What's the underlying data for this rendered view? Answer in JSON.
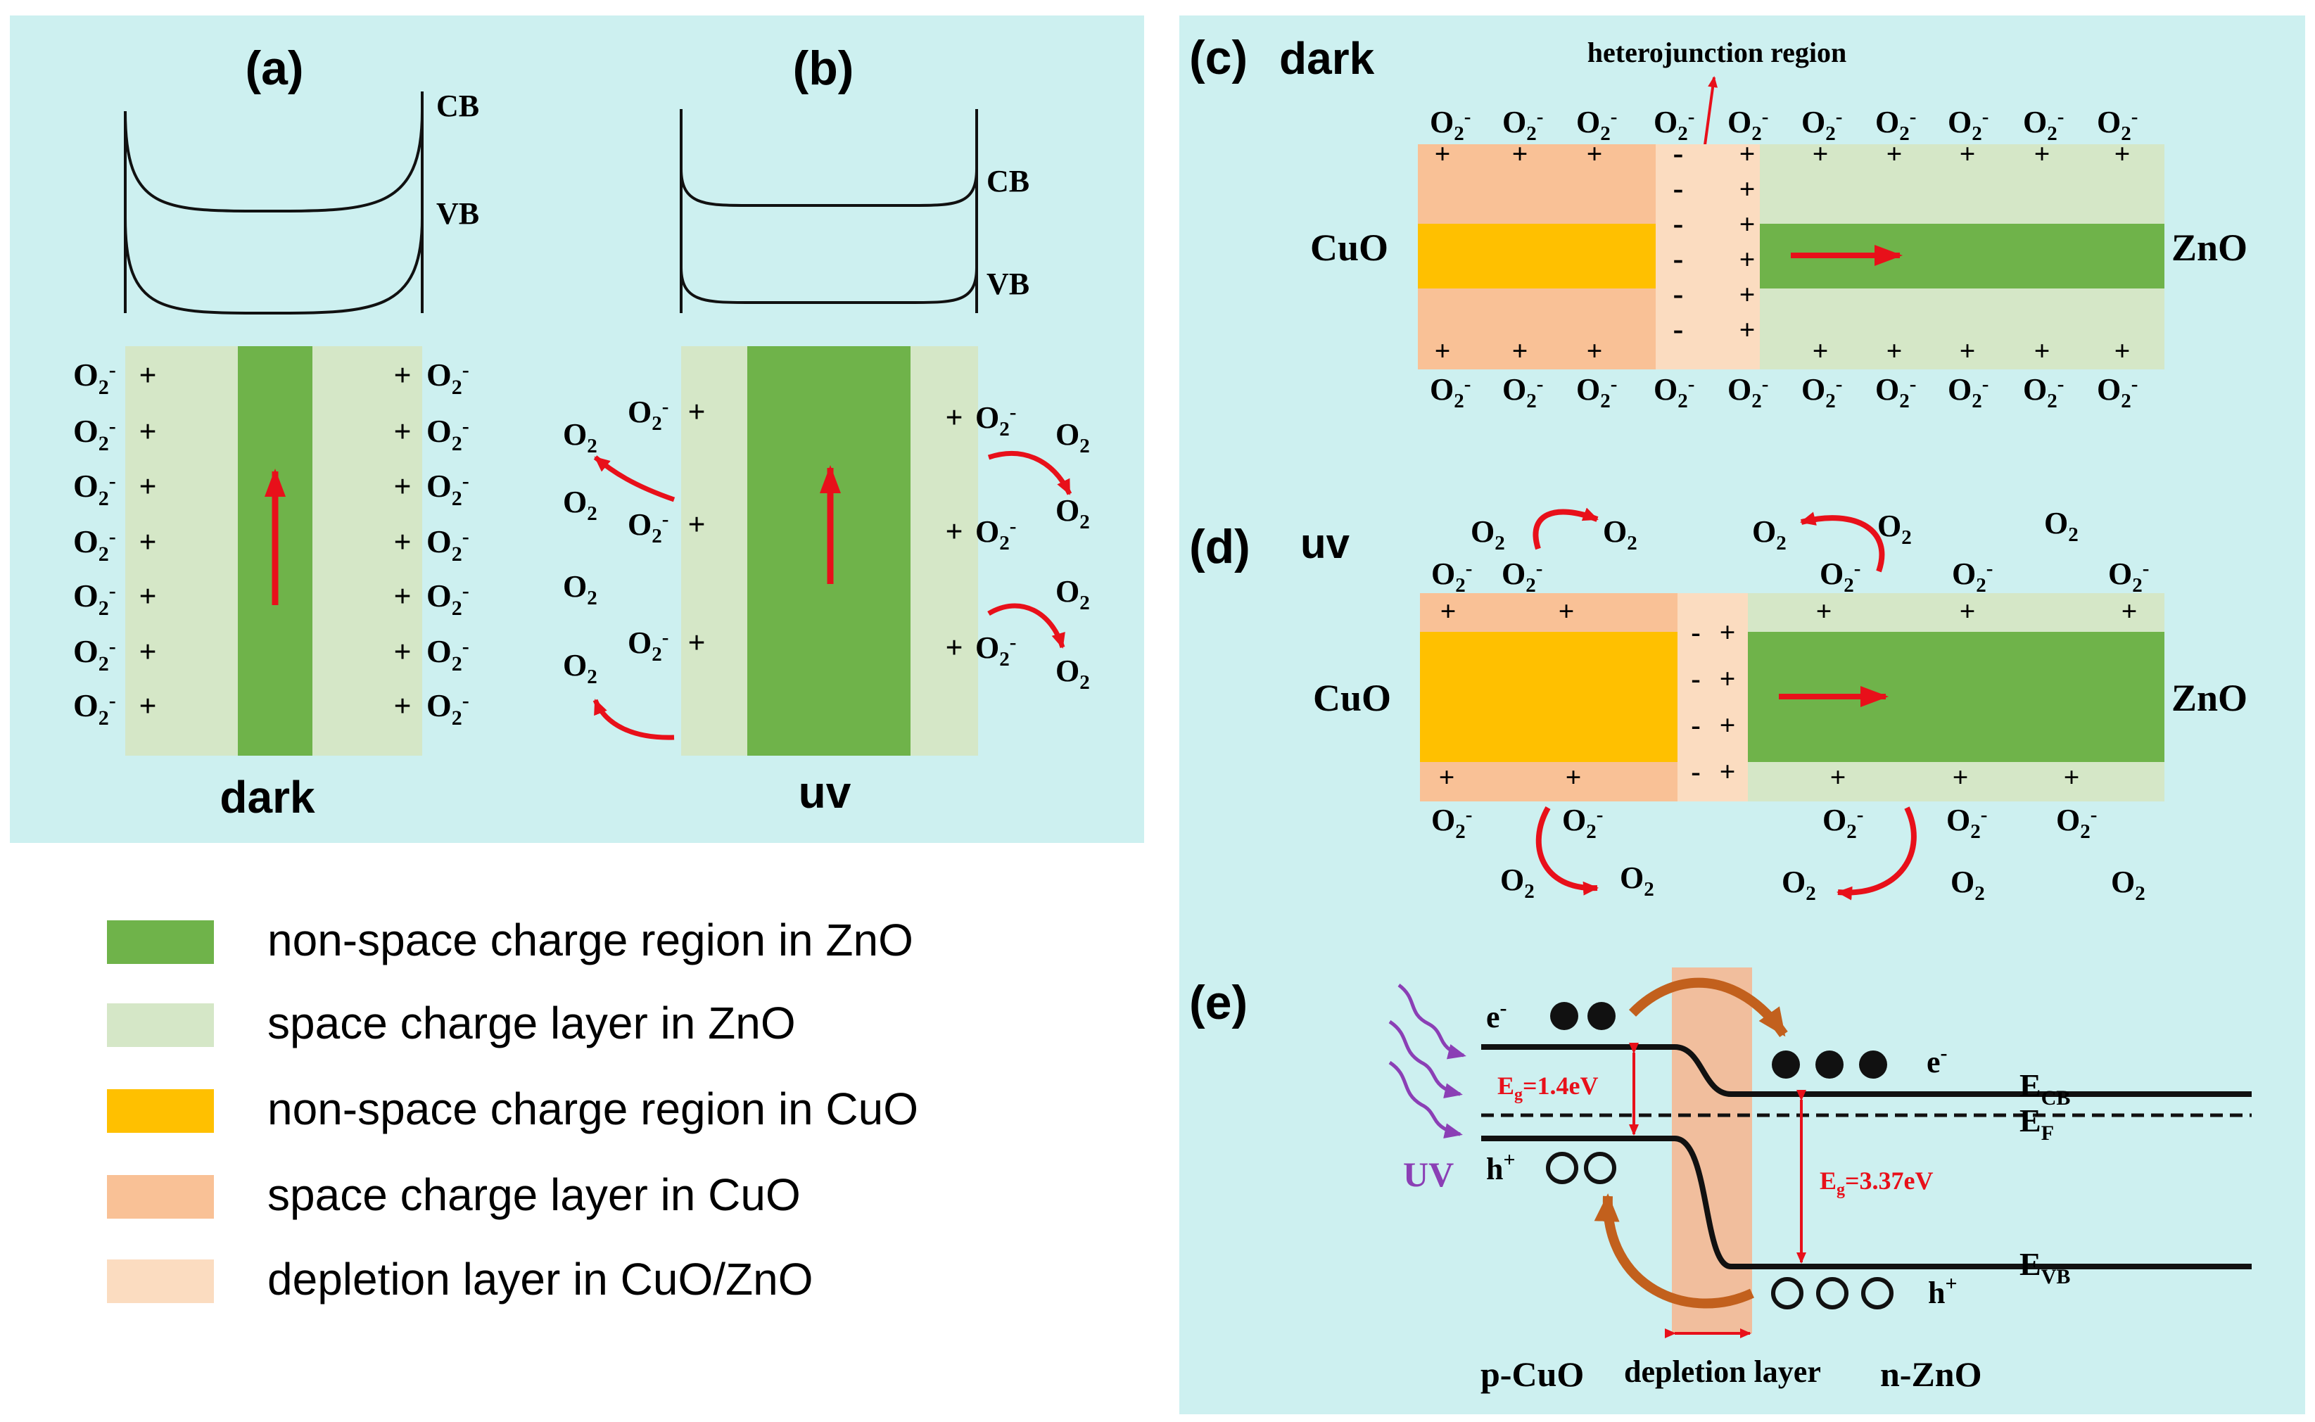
{
  "panels": {
    "a": {
      "tag": "(a)",
      "caption": "dark",
      "cb": "CB",
      "vb": "VB"
    },
    "b": {
      "tag": "(b)",
      "caption": "uv",
      "cb": "CB",
      "vb": "VB"
    },
    "c": {
      "tag": "(c)",
      "title": "dark",
      "heterojunction": "heterojunction region",
      "left": "CuO",
      "right": "ZnO"
    },
    "d": {
      "tag": "(d)",
      "title": "uv",
      "left": "CuO",
      "right": "ZnO"
    },
    "e": {
      "tag": "(e)",
      "uv": "UV",
      "electron": "e",
      "hole": "h",
      "eg_left": "E",
      "eg_left_sub": "g",
      "eg_left_val": "=1.4eV",
      "eg_right": "E",
      "eg_right_sub": "g",
      "eg_right_val": "=3.37eV",
      "ecb": "E",
      "ecb_sub": "CB",
      "ef": "E",
      "ef_sub": "F",
      "evb": "E",
      "evb_sub": "VB",
      "pcuo": "p-CuO",
      "depletion": "depletion layer",
      "nzno": "n-ZnO"
    }
  },
  "species": {
    "o2": "O",
    "sub2": "2",
    "minus": "-",
    "plus": "+"
  },
  "legend": [
    {
      "label": "non-space charge region in ZnO",
      "color": "#6fb34a"
    },
    {
      "label": "space charge layer in ZnO",
      "color": "#d5e7c7"
    },
    {
      "label": "non-space charge region in CuO",
      "color": "#ffc000"
    },
    {
      "label": "space charge layer in CuO",
      "color": "#f9c196"
    },
    {
      "label": "depletion layer in CuO/ZnO",
      "color": "#fbdcc0"
    }
  ],
  "colors": {
    "panel_bg": "#cdf0f0",
    "zno_core": "#6fb34a",
    "zno_space": "#d5e7c7",
    "cuo_core": "#ffc000",
    "cuo_space": "#f9c196",
    "depletion": "#fbdcc0",
    "arrow_red": "#e8101a",
    "uv_purple": "#8b3fb5",
    "brown_arrow": "#c2601d"
  }
}
